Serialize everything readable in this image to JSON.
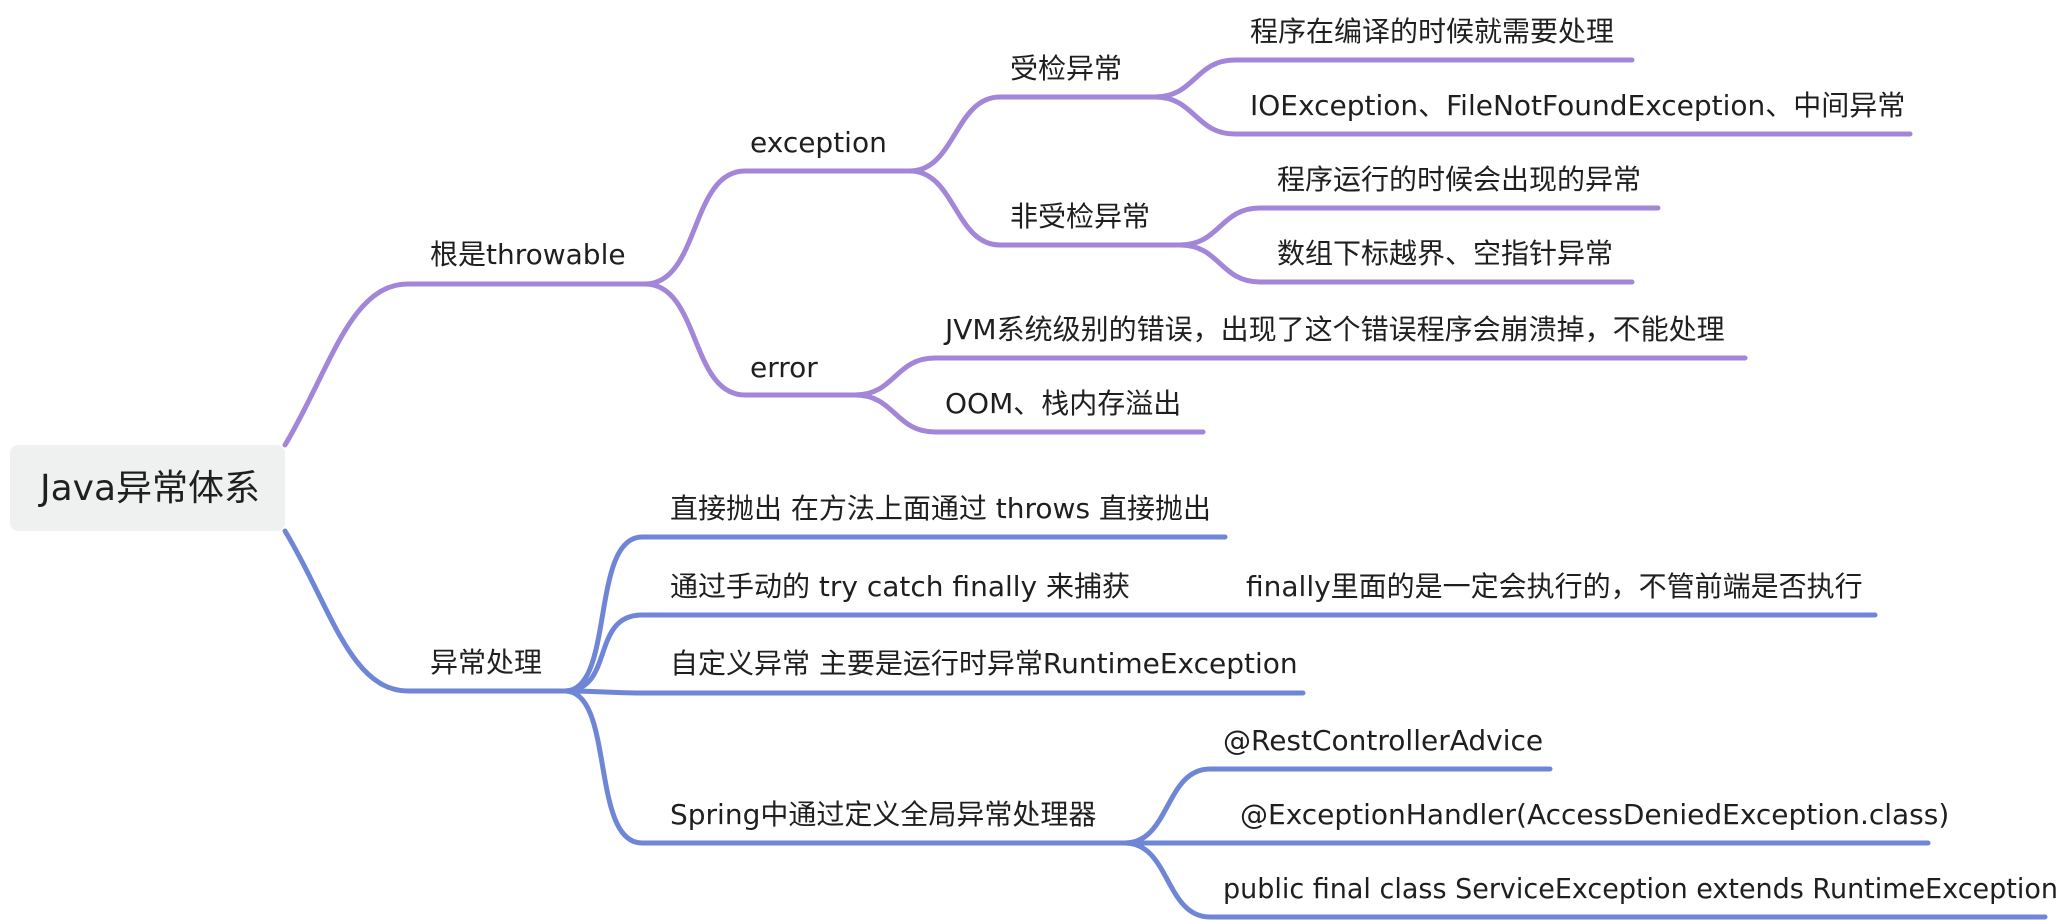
{
  "root": {
    "label": "Java异常体系"
  },
  "branches": {
    "throwable": {
      "label": "根是throwable",
      "exception": {
        "label": "exception",
        "checked": {
          "label": "受检异常",
          "items": [
            "程序在编译的时候就需要处理",
            "IOException、FileNotFoundException、中间异常"
          ]
        },
        "unchecked": {
          "label": "非受检异常",
          "items": [
            "程序运行的时候会出现的异常",
            "数组下标越界、空指针异常"
          ]
        }
      },
      "error": {
        "label": "error",
        "items": [
          "JVM系统级别的错误，出现了这个错误程序会崩溃掉，不能处理",
          "OOM、栈内存溢出"
        ]
      }
    },
    "handling": {
      "label": "异常处理",
      "items": [
        "直接抛出 在方法上面通过 throws 直接抛出",
        "通过手动的 try catch finally 来捕获",
        "自定义异常 主要是运行时异常RuntimeException",
        "Spring中通过定义全局异常处理器"
      ],
      "finally_note": "finally里面的是一定会执行的，不管前端是否执行",
      "spring_items": [
        "@RestControllerAdvice",
        "@ExceptionHandler(AccessDeniedException.class)",
        "public final class ServiceException extends RuntimeException"
      ]
    }
  }
}
